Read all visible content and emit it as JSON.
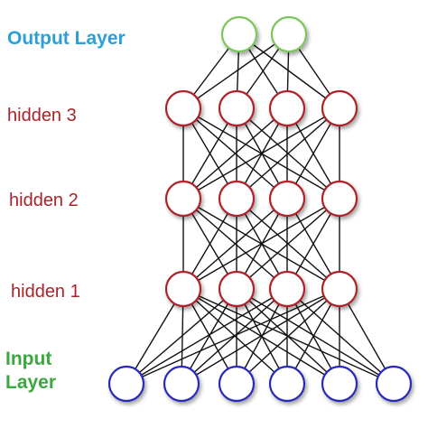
{
  "labels": {
    "output": "Output Layer",
    "hidden3": "hidden 3",
    "hidden2": "hidden 2",
    "hidden1": "hidden 1",
    "input_line1": "Input",
    "input_line2": "Layer"
  },
  "layers": [
    {
      "key": "output",
      "name": "Output Layer",
      "nodes": 2,
      "stroke_color": "#7cc65a"
    },
    {
      "key": "hidden3",
      "name": "hidden 3",
      "nodes": 4,
      "stroke_color": "#b0222a"
    },
    {
      "key": "hidden2",
      "name": "hidden 2",
      "nodes": 4,
      "stroke_color": "#b0222a"
    },
    {
      "key": "hidden1",
      "name": "hidden 1",
      "nodes": 4,
      "stroke_color": "#b0222a"
    },
    {
      "key": "input",
      "name": "Input Layer",
      "nodes": 6,
      "stroke_color": "#2b2bb8"
    }
  ],
  "connections": "fully-connected between adjacent layers",
  "colors": {
    "output_label": "#2aa0d6",
    "hidden_label": "#a8242a",
    "input_label": "#3aa83f",
    "edge": "#111111",
    "node_fill": "#ffffff"
  }
}
